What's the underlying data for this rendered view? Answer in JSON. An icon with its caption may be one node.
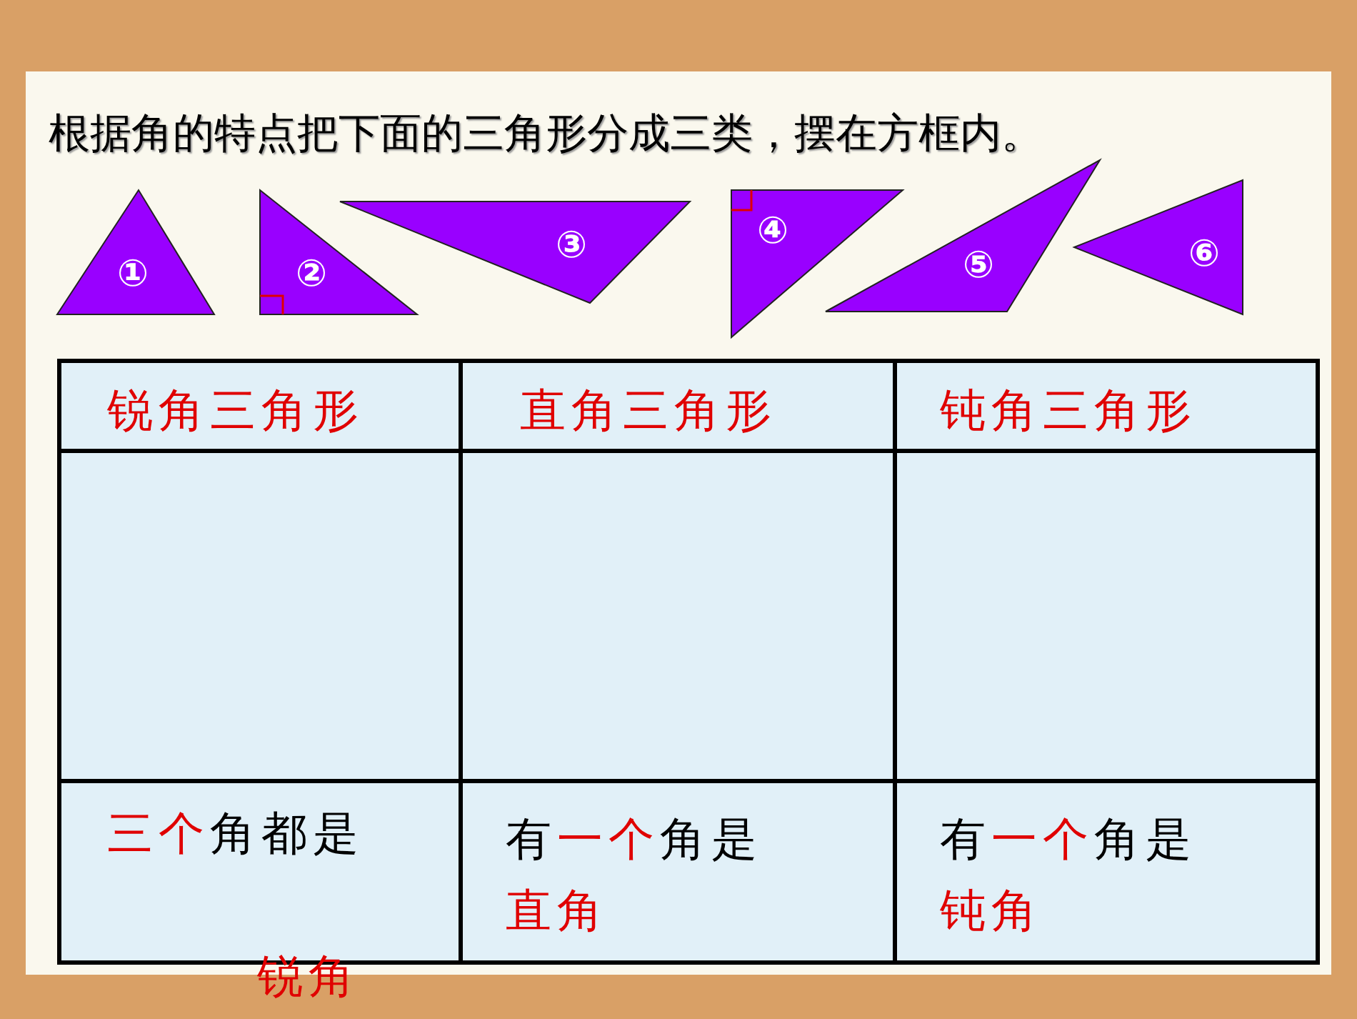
{
  "diagram": {
    "title": "根据角的特点把下面的三角形分成三类，摆在方框内。",
    "nodes": [
      {
        "text": [
          "①"
        ]
      },
      {
        "text": [
          "②"
        ]
      },
      {
        "text": [
          "③"
        ]
      },
      {
        "text": [
          "④"
        ]
      },
      {
        "text": [
          "⑤"
        ]
      },
      {
        "text": [
          "⑥"
        ]
      }
    ],
    "edges": [],
    "labels": [
      "锐角三角形",
      "直角三角形",
      "钝角三角形",
      "三个角都是",
      "有一个角是直角",
      "有一个角是钝角",
      "锐角"
    ]
  }
}
